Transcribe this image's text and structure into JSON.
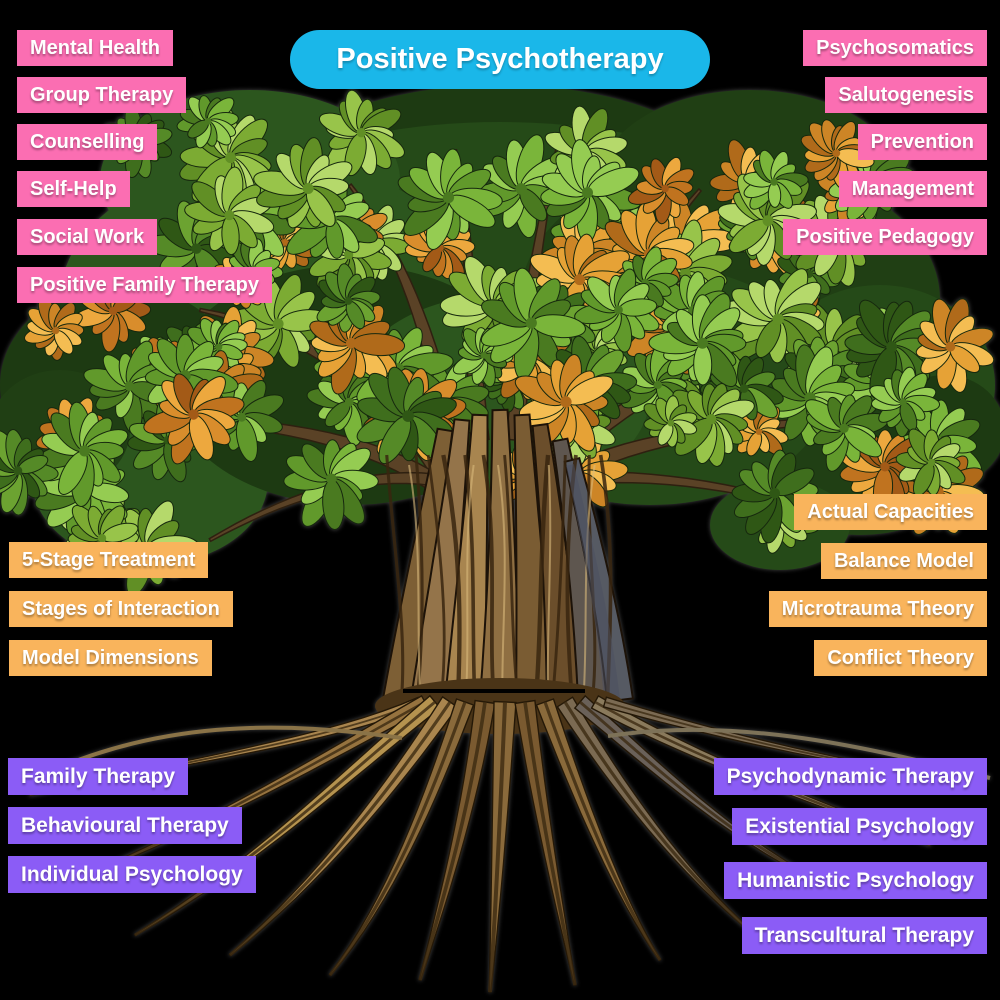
{
  "title": {
    "label": "Positive Psychotherapy"
  },
  "colors": {
    "background": "#000000",
    "title_bg": "#1ab7e9",
    "pink": "#fb6eb2",
    "orange": "#f9b45c",
    "purple": "#8b5cf6",
    "text": "#ffffff",
    "leaf_green_families": [
      [
        "#2f5715",
        "#3f6e1d",
        "#558a27",
        "#6ca331"
      ],
      [
        "#4a7a20",
        "#61992b",
        "#7ab53a",
        "#95cc52"
      ],
      [
        "#618f25",
        "#7cab33",
        "#98c44a",
        "#b5d96b"
      ]
    ],
    "leaf_orange_families": [
      [
        "#a35a17",
        "#c0731f",
        "#d98d2c",
        "#eda83e"
      ],
      [
        "#b06a1a",
        "#cd8526",
        "#e6a236",
        "#f4bd52"
      ]
    ],
    "crown_dark_greens": [
      "#1d3a12",
      "#254a18",
      "#2c561e",
      "#203f14"
    ],
    "trunk_browns": [
      "#7d5f35",
      "#94744a",
      "#a8854f",
      "#8f6f42",
      "#7a5c33",
      "#6b4e2b",
      "#5e564f",
      "#565a63"
    ],
    "branch_brown": "#5a4226",
    "root_left_browns": [
      "#a9854e",
      "#96733f",
      "#b5934f"
    ],
    "root_center_browns": [
      "#8a6a3b",
      "#7a5a30"
    ],
    "root_right_grays": [
      "#7b6a52",
      "#6a6159",
      "#8a7a5c"
    ],
    "ground_line": "#000000"
  },
  "groups": {
    "top_left": {
      "items": [
        "Mental Health",
        "Group Therapy",
        "Counselling",
        "Self-Help",
        "Social Work",
        "Positive Family Therapy"
      ]
    },
    "top_right": {
      "items": [
        "Psychosomatics",
        "Salutogenesis",
        "Prevention",
        "Management",
        "Positive Pedagogy"
      ]
    },
    "mid_left": {
      "items": [
        "5-Stage Treatment",
        "Stages of Interaction",
        "Model Dimensions"
      ]
    },
    "mid_right": {
      "items": [
        "Actual Capacities",
        "Balance Model",
        "Microtrauma Theory",
        "Conflict Theory"
      ]
    },
    "bottom_left": {
      "items": [
        "Family Therapy",
        "Behavioural Therapy",
        "Individual Psychology"
      ]
    },
    "bottom_right": {
      "items": [
        "Psychodynamic Therapy",
        "Existential Psychology",
        "Humanistic Psychology",
        "Transcultural Therapy"
      ]
    }
  }
}
